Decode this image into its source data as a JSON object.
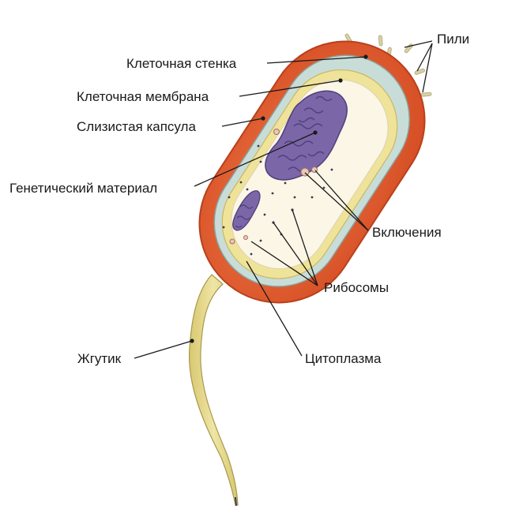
{
  "labels": {
    "pili": "Пили",
    "cell_wall": "Клеточная стенка",
    "cell_membrane": "Клеточная мембрана",
    "slime_capsule": "Слизистая капсула",
    "genetic_material": "Генетический материал",
    "inclusions": "Включения",
    "ribosomes": "Рибосомы",
    "cytoplasm": "Цитоплазма",
    "flagellum": "Жгутик"
  },
  "colors": {
    "capsule": "#e05a2e",
    "capsule_edge": "#b8401c",
    "cell_wall": "#c9ddd8",
    "membrane": "#efe39a",
    "cytoplasm": "#fbf6e6",
    "dna": "#7b66a8",
    "dna_dark": "#4e3f7c",
    "inclusion": "#e8c8b6",
    "flagellum": "#e9dc8e",
    "pili": "#d9d1a6",
    "leader_line": "#1a1a1a"
  }
}
